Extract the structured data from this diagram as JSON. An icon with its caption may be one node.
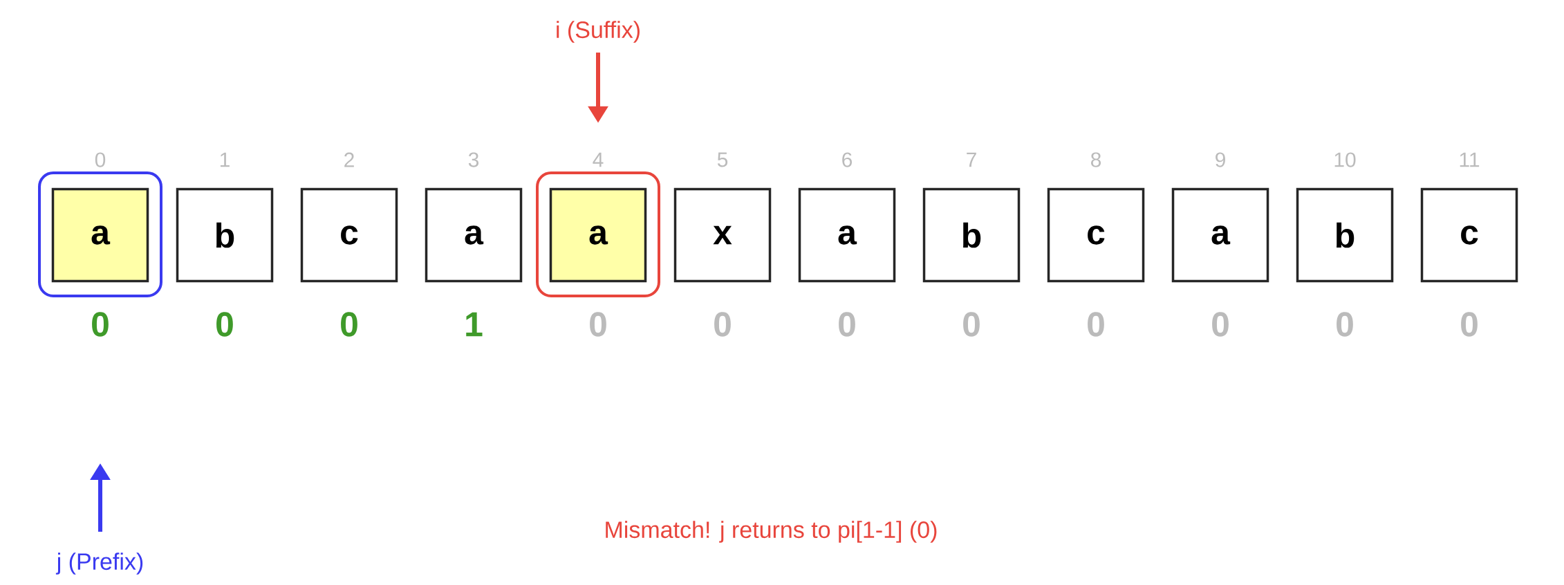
{
  "diagram": {
    "nodes": [
      {
        "text": [
          "a"
        ],
        "beside": [
          "0",
          "0"
        ]
      },
      {
        "text": [
          "b"
        ],
        "beside": [
          "1",
          "0"
        ]
      },
      {
        "text": [
          "c"
        ],
        "beside": [
          "2",
          "0"
        ]
      },
      {
        "text": [
          "a"
        ],
        "beside": [
          "3",
          "1"
        ]
      },
      {
        "text": [
          "a"
        ],
        "beside": [
          "4",
          "0"
        ]
      },
      {
        "text": [
          "x"
        ],
        "beside": [
          "5",
          "0"
        ]
      },
      {
        "text": [
          "a"
        ],
        "beside": [
          "6",
          "0"
        ]
      },
      {
        "text": [
          "b"
        ],
        "beside": [
          "7",
          "0"
        ]
      },
      {
        "text": [
          "c"
        ],
        "beside": [
          "8",
          "0"
        ]
      },
      {
        "text": [
          "a"
        ],
        "beside": [
          "9",
          "0"
        ]
      },
      {
        "text": [
          "b"
        ],
        "beside": [
          "10",
          "0"
        ]
      },
      {
        "text": [
          "c"
        ],
        "beside": [
          "11",
          "0"
        ]
      },
      {
        "text": [
          "i (Suffix)"
        ]
      },
      {
        "text": [
          "j (Prefix)"
        ]
      }
    ],
    "edges": [
      {
        "from": 12,
        "to": 4,
        "arrow": "to",
        "color": "#e8453c"
      },
      {
        "from": 13,
        "to": null,
        "arrow": "to",
        "color": "#3a3af0"
      }
    ],
    "labels": [
      "Mismatch! j returns to pi[1-1] (0)"
    ]
  }
}
